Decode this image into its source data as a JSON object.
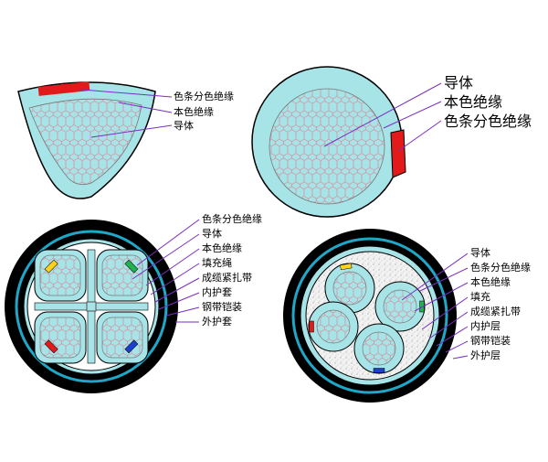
{
  "colors": {
    "outer_black": "#000000",
    "sheath_cyan": "#a7e4e8",
    "armor_blue": "#1fa7c7",
    "conductor_mesh": "#d88a98",
    "leader_purple": "#7a2fbf",
    "stripe_red": "#e31a1a",
    "stripe_yellow": "#ffd21a",
    "stripe_green": "#22b14c",
    "stripe_blue": "#1c3fd0",
    "filler_gray": "#d9d9d9"
  },
  "diagram1": {
    "labels": [
      "色条分色绝缘",
      "本色绝缘",
      "导体"
    ]
  },
  "diagram2": {
    "labels": [
      "导体",
      "本色绝缘",
      "色条分色绝缘"
    ]
  },
  "diagram3": {
    "labels": [
      "色条分色绝缘",
      "导体",
      "本色绝缘",
      "填充绳",
      "成缆紧扎带",
      "内护套",
      "钢带铠装",
      "外护套"
    ]
  },
  "diagram4": {
    "labels": [
      "导体",
      "色条分色绝缘",
      "本色绝缘",
      "填充",
      "成缆紧扎带",
      "内护层",
      "钢带铠装",
      "外护层"
    ]
  }
}
